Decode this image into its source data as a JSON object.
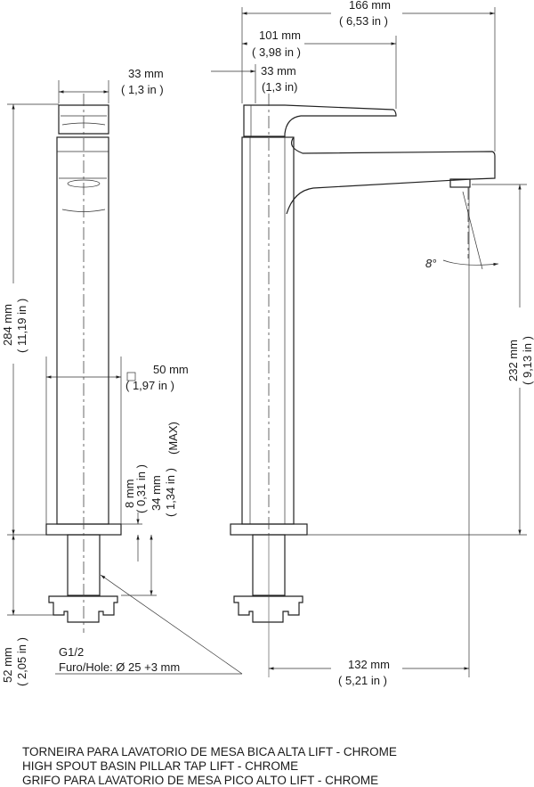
{
  "drawing": {
    "side_view": {
      "width_top": {
        "mm": "33 mm",
        "in": "( 1,3 in )"
      },
      "height_total": {
        "mm": "284 mm",
        "in": "( 11,19 in )"
      },
      "base_square": {
        "mm": "50 mm",
        "in": "( 1,97 in )"
      },
      "base_thickness": {
        "mm": "8 mm",
        "in": "( 0,31 in )"
      },
      "max_deck": {
        "mm": "34 mm",
        "in": "( 1,34 in )",
        "note": "(MAX)"
      },
      "below_deck": {
        "mm": "52 mm",
        "in": "( 2,05 in )"
      },
      "thread": "G1/2",
      "hole": "Furo/Hole: Ø 25 +3 mm"
    },
    "front_view": {
      "total_length": {
        "mm": "166 mm",
        "in": "( 6,53 in )"
      },
      "lever_length": {
        "mm": "101 mm",
        "in": "( 3,98 in )"
      },
      "body_width": {
        "mm": "33 mm",
        "in": "(1,3 in)"
      },
      "spout_height": {
        "mm": "232 mm",
        "in": "( 9,13 in )"
      },
      "reach": {
        "mm": "132 mm",
        "in": "( 5,21 in )"
      },
      "angle": "8°"
    }
  },
  "titles": [
    "TORNEIRA PARA LAVATORIO DE MESA BICA ALTA LIFT - CHROME",
    "HIGH SPOUT BASIN PILLAR TAP LIFT - CHROME",
    "GRIFO PARA LAVATORIO DE MESA PICO ALTO LIFT - CHROME"
  ]
}
